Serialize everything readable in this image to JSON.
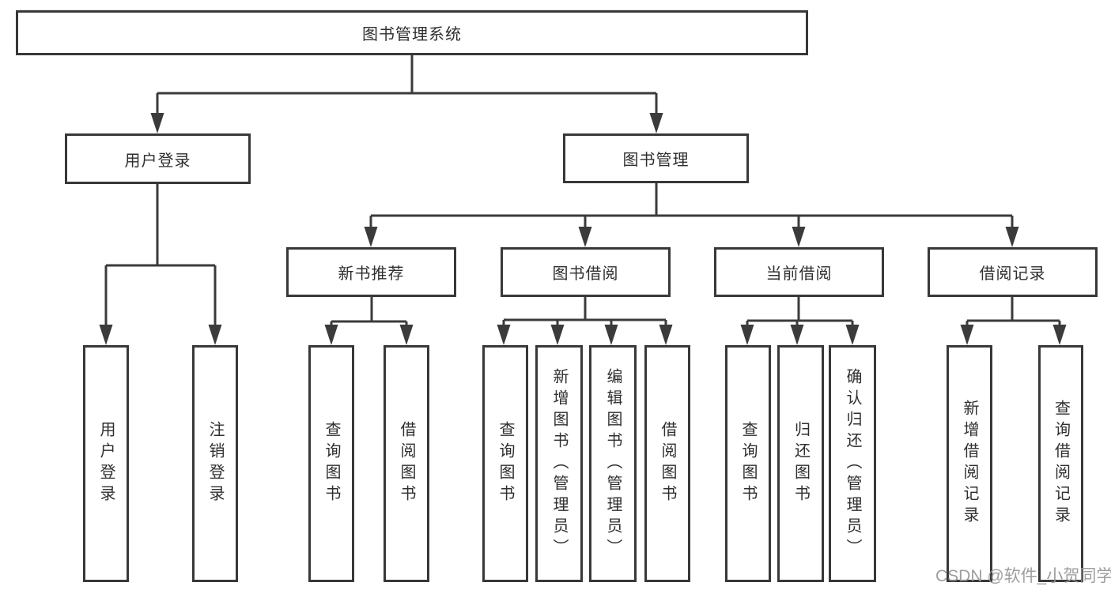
{
  "nodes": {
    "root": "图书管理系统",
    "user_login": "用户登录",
    "book_mgmt": "图书管理",
    "new_book_rec": "新书推荐",
    "book_borrow": "图书借阅",
    "current_borrow": "当前借阅",
    "borrow_record": "借阅记录",
    "leaf_user_login": "用户登录",
    "leaf_logout": "注销登录",
    "rec_query_book": "查询图书",
    "rec_borrow_book": "借阅图书",
    "bb_query_book": "查询图书",
    "bb_add_book": "新增图书（管理员）",
    "bb_edit_book": "编辑图书（管理员）",
    "bb_borrow_book": "借阅图书",
    "cb_query_book": "查询图书",
    "cb_return_book": "归还图书",
    "cb_confirm_return": "确认归还（管理员）",
    "br_add_record": "新增借阅记录",
    "br_query_record": "查询借阅记录"
  },
  "watermark": "CSDN @软件_小贺同学",
  "colors": {
    "line": "#3b3b3b",
    "border": "#383838",
    "text": "#2f2f2f",
    "watermark": "#969696"
  }
}
